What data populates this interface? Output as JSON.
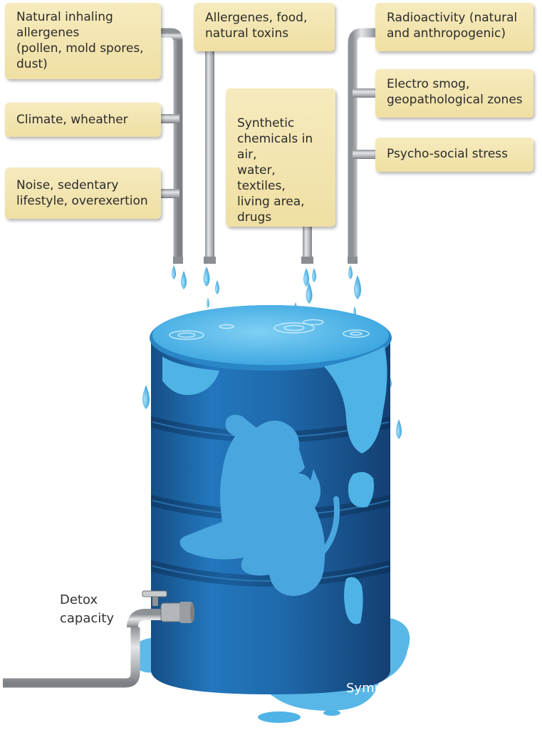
{
  "boxes": {
    "inhaling": "Natural inhaling\nallergenes\n(pollen, mold spores,\ndust)",
    "climate": "Climate, wheather",
    "noise": "Noise,  sedentary\nlifestyle, overexertion",
    "allergenes_food": "Allergenes, food,\nnatural toxins",
    "synthetic": "Synthetic\nchemicals in air,\nwater, textiles,\nliving area,\ndrugs",
    "radioactivity": "Radioactivity (natural\nand anthropogenic)",
    "electro": "Electro smog,\ngeopathological zones",
    "psycho": "Psycho-social stress"
  },
  "labels": {
    "detox": "Detox\ncapacity",
    "symptoms": "Symptoms"
  },
  "colors": {
    "box_fill": "#f2e4ad",
    "pipe": "#b9bcc0",
    "barrel": "#1f6aa8",
    "water": "#4fb3e6",
    "silhouette": "#4aa6de"
  },
  "icons": [
    "water-drop-icon",
    "tap-icon",
    "dog-cat-silhouette-icon",
    "pipe-icon"
  ]
}
